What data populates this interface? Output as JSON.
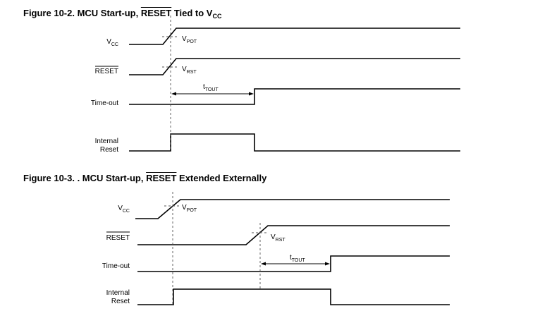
{
  "figure1": {
    "title_prefix": "Figure 10-2. MCU Start-up, ",
    "title_reset": "RESET",
    "title_mid": " Tied to V",
    "title_sub": "CC",
    "signals": {
      "vcc": "V",
      "vcc_sub": "CC",
      "reset": "RESET",
      "timeout": "Time-out",
      "internal_reset_line1": "Internal",
      "internal_reset_line2": "Reset"
    },
    "annotations": {
      "vpot": "V",
      "vpot_sub": "POT",
      "vrst": "V",
      "vrst_sub": "RST",
      "ttout": "t",
      "ttout_sub": "TOUT"
    }
  },
  "figure2": {
    "title_prefix": "Figure 10-3. . MCU Start-up, ",
    "title_reset": "RESET",
    "title_suffix": " Extended Externally",
    "signals": {
      "vcc": "V",
      "vcc_sub": "CC",
      "reset": "RESET",
      "timeout": "Time-out",
      "internal_reset_line1": "Internal",
      "internal_reset_line2": "Reset"
    },
    "annotations": {
      "vpot": "V",
      "vpot_sub": "POT",
      "vrst": "V",
      "vrst_sub": "RST",
      "ttout": "t",
      "ttout_sub": "TOUT"
    }
  }
}
